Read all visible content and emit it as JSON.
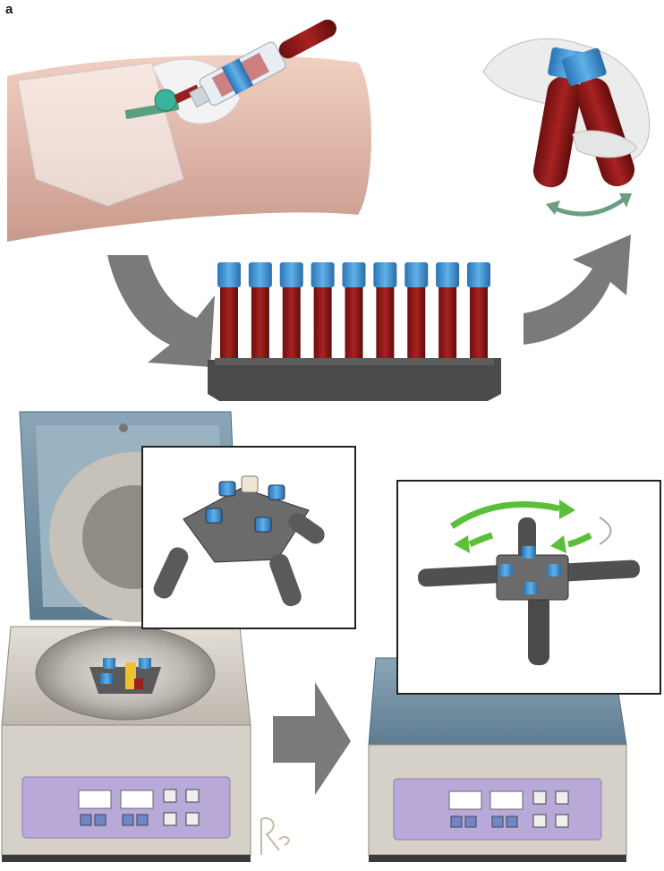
{
  "figure": {
    "panel_label": "a"
  },
  "steps": [
    {
      "name": "venipuncture-blood-draw"
    },
    {
      "name": "tube-rack-with-nine-tubes",
      "tube_count": 9
    },
    {
      "name": "gentle-tube-inversion"
    },
    {
      "name": "centrifuge-loading-swing-rotor"
    },
    {
      "name": "centrifuge-spinning-closed-lid"
    }
  ],
  "colors": {
    "blood": "#8e1a1a",
    "cap_blue": "#3a8fd0",
    "tray_gray": "#4a4a4a",
    "arrow_gray": "#7a7a7a",
    "centrifuge_body": "#d9d4cc",
    "control_panel": "#b8a8d8",
    "lid_blue": "#6f8ea3",
    "rotation_arrow_green": "#5bbf3a"
  }
}
